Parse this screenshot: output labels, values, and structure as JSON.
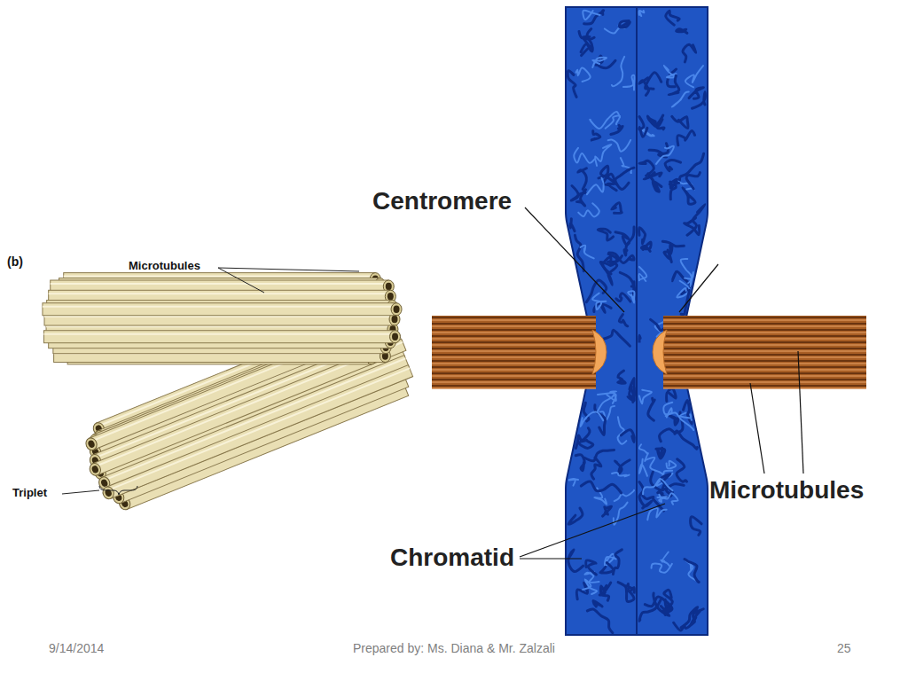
{
  "diagram": {
    "labels": [
      "(b)",
      "Microtubules",
      "Triplet",
      "Centromere",
      "Microtubules",
      "Chromatid",
      "9/14/2014",
      "Prepared by: Ms. Diana & Mr. Zalzali",
      "25"
    ]
  }
}
